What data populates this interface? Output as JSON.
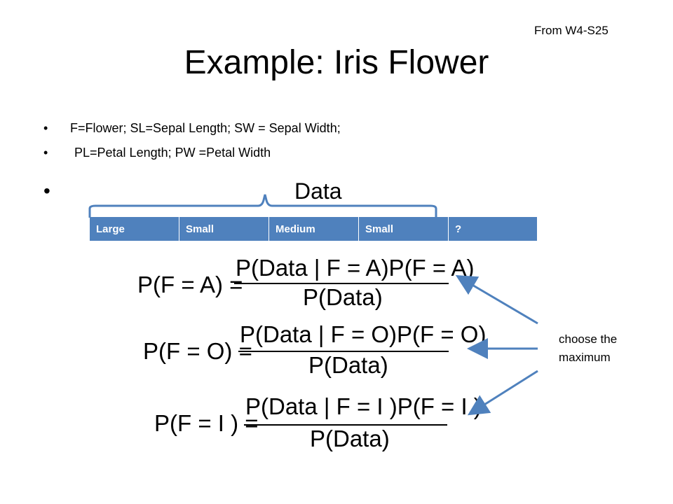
{
  "source": "From W4-S25",
  "title": "Example: Iris Flower",
  "bullets": [
    "F=Flower; SL=Sepal Length; SW = Sepal Width;",
    "PL=Petal Length; PW =Petal Width",
    "Data"
  ],
  "bullet_glyph": "•",
  "attributes": [
    "Large",
    "Small",
    "Medium",
    "Small",
    "?"
  ],
  "equations": [
    {
      "lhs": "P(F = A) =",
      "numerator": "P(Data | F = A)P(F = A)",
      "denominator": "P(Data)"
    },
    {
      "lhs": "P(F = O) =",
      "numerator": "P(Data | F = O)P(F = O)",
      "denominator": "P(Data)"
    },
    {
      "lhs": "P(F = I ) =",
      "numerator": "P(Data | F = I )P(F = I )",
      "denominator": "P(Data)"
    }
  ],
  "note": "choose the maximum",
  "colors": {
    "table_fill": "#4f81bd",
    "arrow": "#4f81bd",
    "brace": "#4f81bd"
  }
}
